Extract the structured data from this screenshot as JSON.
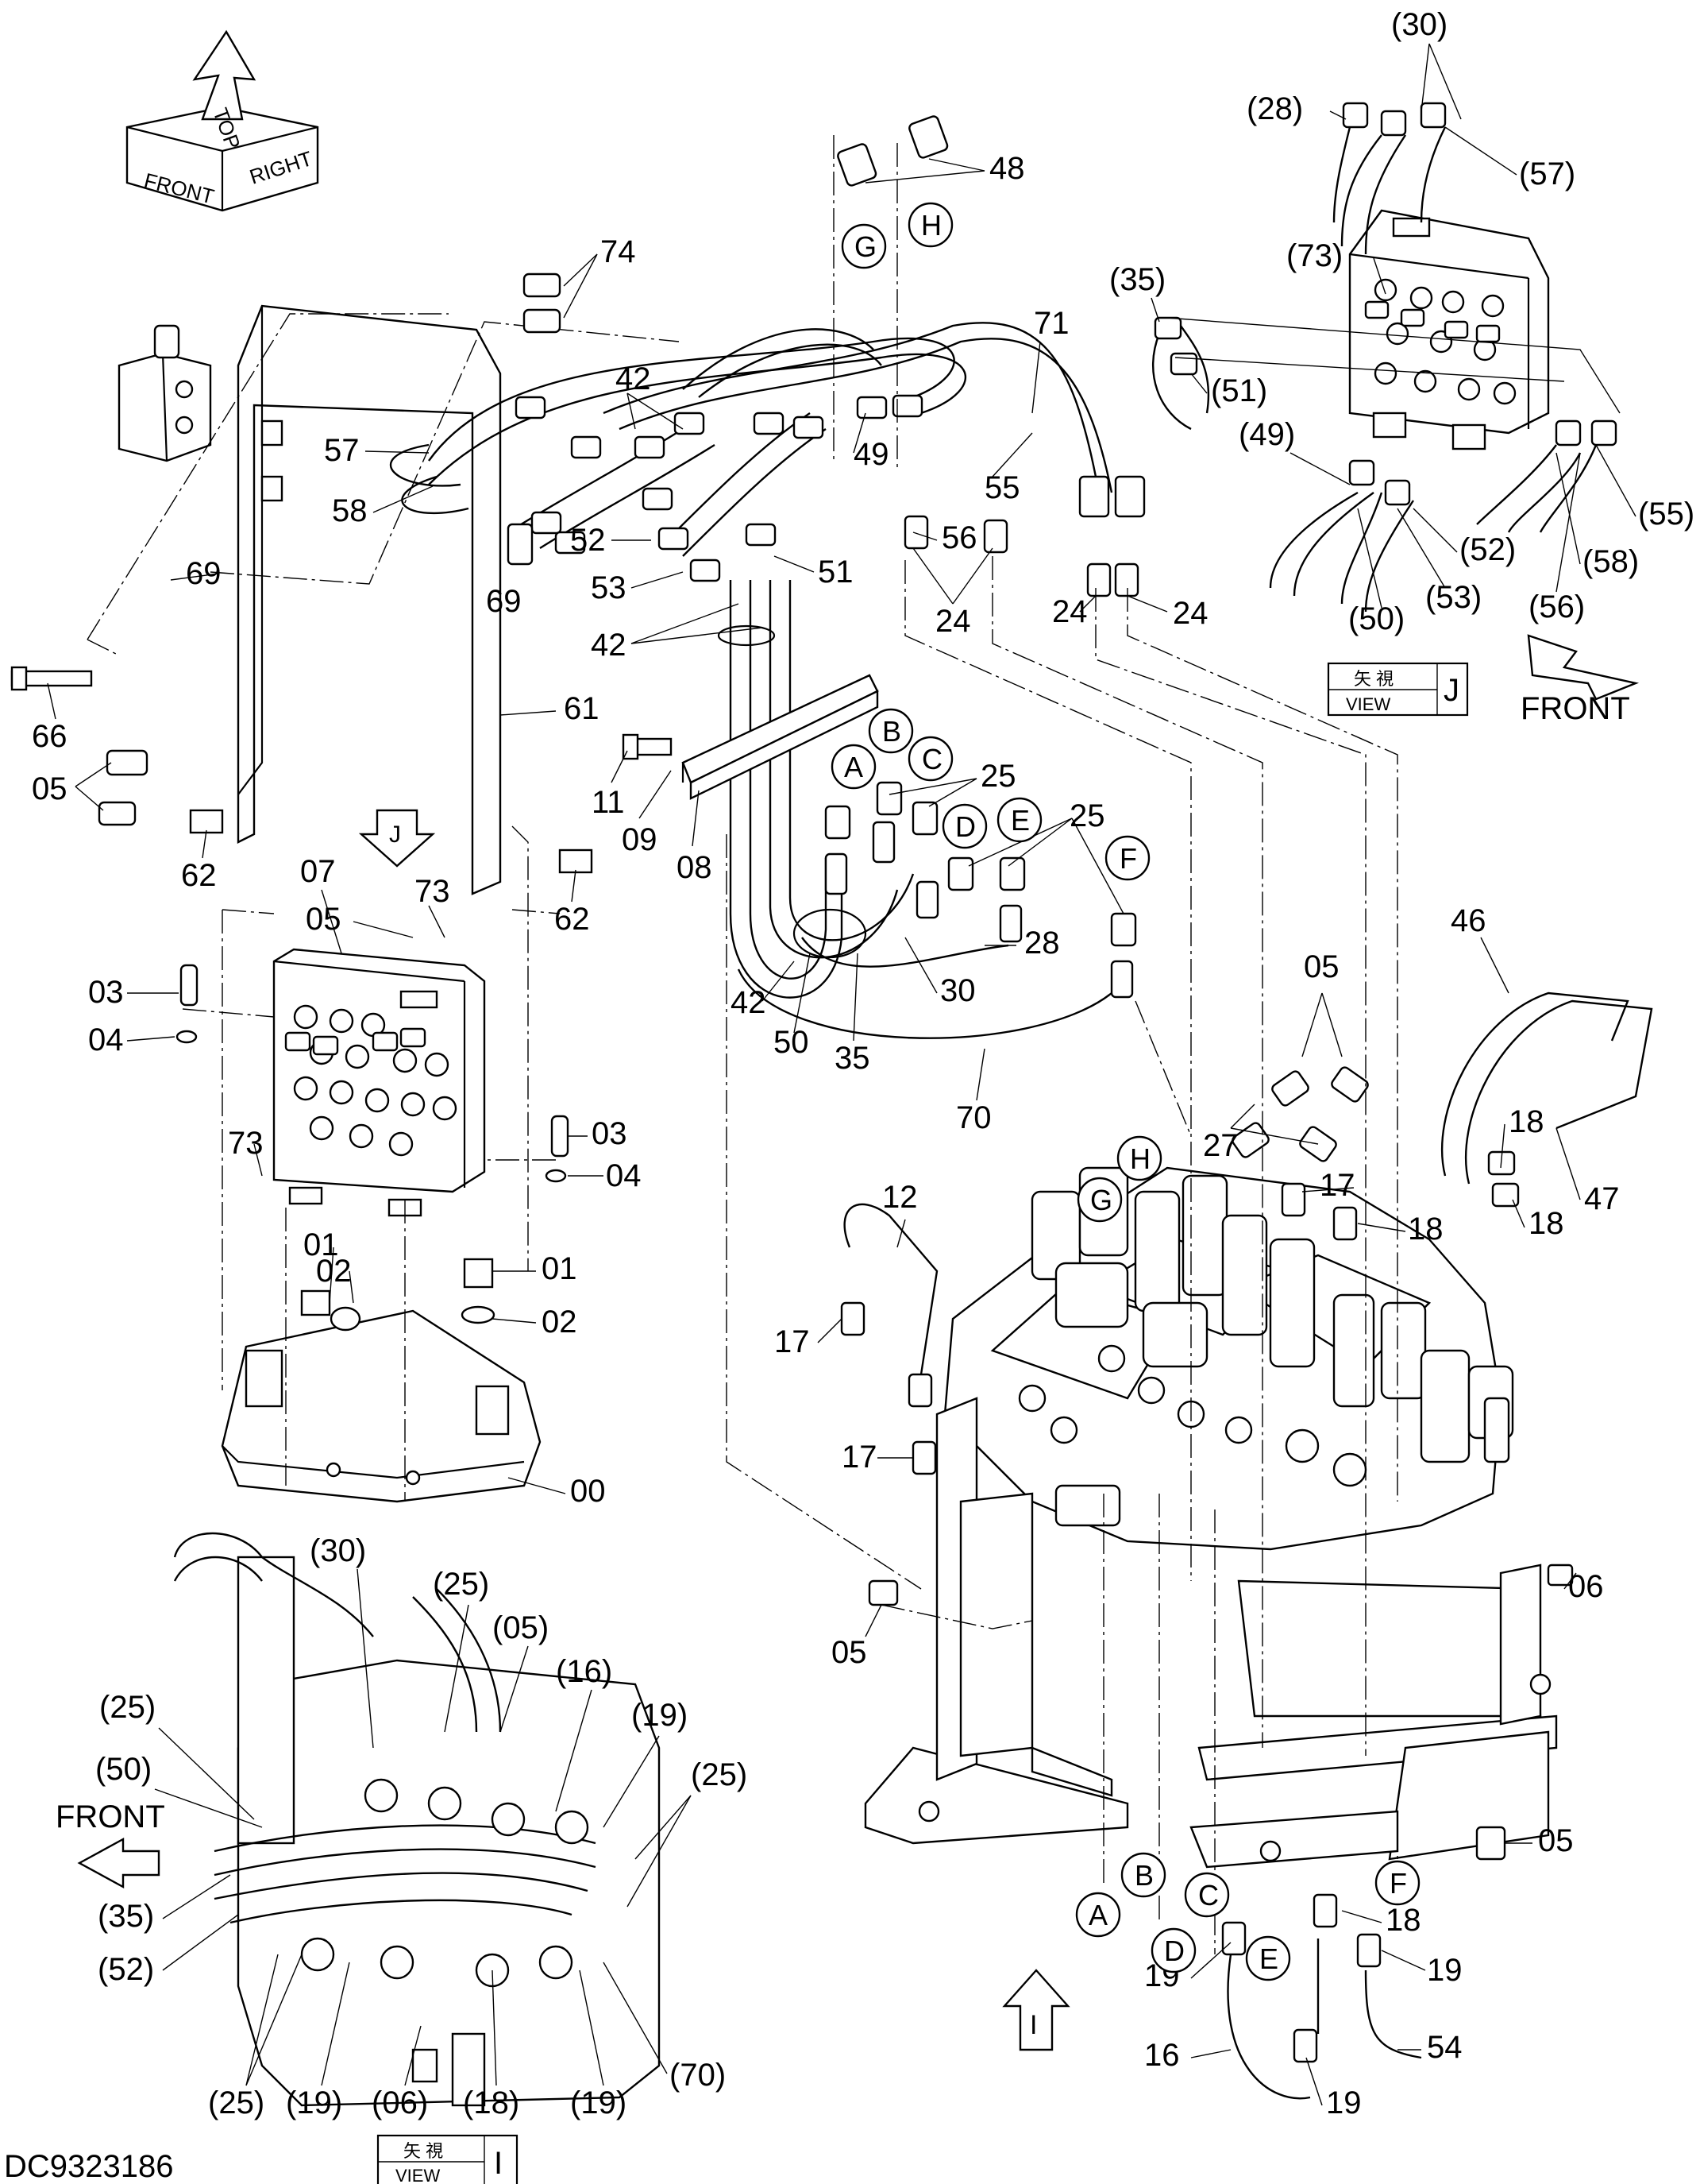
{
  "drawing_id": "DC9323186",
  "orientation_cube": {
    "front": "FRONT",
    "top": "TOP",
    "right": "RIGHT"
  },
  "front_labels": {
    "view_j": "FRONT",
    "view_i": "FRONT"
  },
  "view_j_box": {
    "kanji": "矢 視",
    "view": "VIEW",
    "letter": "J"
  },
  "view_i_box": {
    "kanji": "矢 視",
    "view": "VIEW",
    "letter": "I"
  },
  "view_markers": {
    "j": "J",
    "i": "I"
  },
  "main_labels": {
    "l74": "74",
    "l48": "48",
    "l71": "71",
    "l42a": "42",
    "l57": "57",
    "l58": "58",
    "l49": "49",
    "l55": "55",
    "l52": "52",
    "l56": "56",
    "l69a": "69",
    "l69b": "69",
    "l53": "53",
    "l51": "51",
    "l24a": "24",
    "l24b": "24",
    "l24c": "24",
    "l42b": "42",
    "l66": "66",
    "l61": "61",
    "l05a": "05",
    "l11": "11",
    "l09": "09",
    "l08": "08",
    "l25a": "25",
    "l25b": "25",
    "l62a": "62",
    "l62b": "62",
    "l07": "07",
    "l73a": "73",
    "l05b": "05",
    "l28": "28",
    "l03a": "03",
    "l04a": "04",
    "l42c": "42",
    "l50": "50",
    "l30": "30",
    "l35": "35",
    "l70": "70",
    "l46": "46",
    "l05c": "05",
    "l73b": "73",
    "l03b": "03",
    "l04b": "04",
    "l27": "27",
    "l18a": "18",
    "l17a": "17",
    "l18b": "18",
    "l47": "47",
    "l18c": "18",
    "l01a": "01",
    "l02a": "02",
    "l01b": "01",
    "l02b": "02",
    "l12": "12",
    "l17b": "17",
    "l17c": "17",
    "l00": "00",
    "l06": "06",
    "l05d": "05",
    "l05e": "05",
    "l18d": "18",
    "l19a": "19",
    "l19b": "19",
    "l16": "16",
    "l54": "54",
    "l19c": "19"
  },
  "view_j_labels": {
    "p30": "(30)",
    "p28": "(28)",
    "p57": "(57)",
    "p73": "(73)",
    "p35": "(35)",
    "p51": "(51)",
    "p49": "(49)",
    "p55": "(55)",
    "p52": "(52)",
    "p58": "(58)",
    "p50": "(50)",
    "p53": "(53)",
    "p56": "(56)"
  },
  "view_i_labels": {
    "p30": "(30)",
    "p25a": "(25)",
    "p05": "(05)",
    "p16": "(16)",
    "p25b": "(25)",
    "p19a": "(19)",
    "p50": "(50)",
    "p25c": "(25)",
    "p35": "(35)",
    "p52": "(52)",
    "p25d": "(25)",
    "p19b": "(19)",
    "p06": "(06)",
    "p18": "(18)",
    "p19c": "(19)",
    "p70": "(70)"
  },
  "circled_letters": {
    "g_top": "G",
    "h_top": "H",
    "b_top": "B",
    "a_top": "A",
    "c_top": "C",
    "d_top": "D",
    "e_top": "E",
    "f_top": "F",
    "h_mid": "H",
    "g_mid": "G",
    "a_bot": "A",
    "b_bot": "B",
    "c_bot": "C",
    "d_bot": "D",
    "e_bot": "E",
    "f_bot": "F"
  }
}
